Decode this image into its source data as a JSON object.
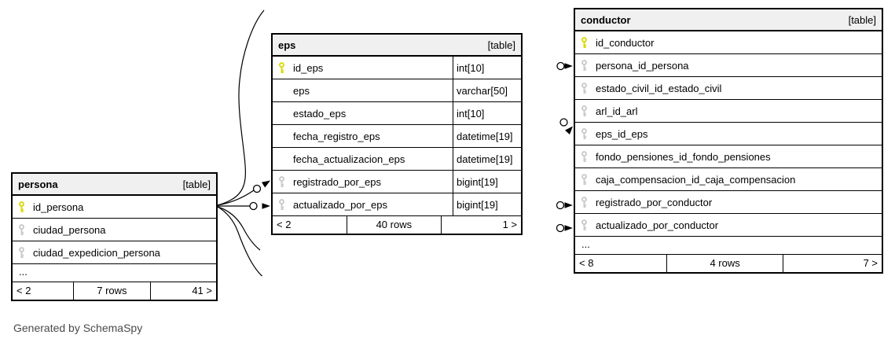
{
  "page": {
    "footer_note": "Generated by SchemaSpy"
  },
  "colors": {
    "table_header_bg": "#f0f0f0",
    "primary_key": "#d9d900",
    "foreign_key": "#c9c9c9",
    "line": "#000000",
    "note_text": "#4a4a4a"
  },
  "tables": [
    {
      "id": "persona",
      "name": "persona",
      "type_label": "[table]",
      "show_types": false,
      "columns": [
        {
          "name": "id_persona",
          "key": "primary"
        },
        {
          "name": "ciudad_persona",
          "key": "foreign"
        },
        {
          "name": "ciudad_expedicion_persona",
          "key": "foreign"
        }
      ],
      "ellipsis": "...",
      "footer": {
        "left": "< 2",
        "center": "7 rows",
        "right": "41 >"
      }
    },
    {
      "id": "eps",
      "name": "eps",
      "type_label": "[table]",
      "show_types": true,
      "columns": [
        {
          "name": "id_eps",
          "key": "primary",
          "type": "int[10]"
        },
        {
          "name": "eps",
          "key": null,
          "type": "varchar[50]"
        },
        {
          "name": "estado_eps",
          "key": null,
          "type": "int[10]"
        },
        {
          "name": "fecha_registro_eps",
          "key": null,
          "type": "datetime[19]"
        },
        {
          "name": "fecha_actualizacion_eps",
          "key": null,
          "type": "datetime[19]"
        },
        {
          "name": "registrado_por_eps",
          "key": "foreign",
          "type": "bigint[19]"
        },
        {
          "name": "actualizado_por_eps",
          "key": "foreign",
          "type": "bigint[19]"
        }
      ],
      "ellipsis": null,
      "footer": {
        "left": "< 2",
        "center": "40 rows",
        "right": "1 >"
      }
    },
    {
      "id": "conductor",
      "name": "conductor",
      "type_label": "[table]",
      "show_types": false,
      "columns": [
        {
          "name": "id_conductor",
          "key": "primary"
        },
        {
          "name": "persona_id_persona",
          "key": "foreign"
        },
        {
          "name": "estado_civil_id_estado_civil",
          "key": "foreign"
        },
        {
          "name": "arl_id_arl",
          "key": "foreign"
        },
        {
          "name": "eps_id_eps",
          "key": "foreign"
        },
        {
          "name": "fondo_pensiones_id_fondo_pensiones",
          "key": "foreign"
        },
        {
          "name": "caja_compensacion_id_caja_compensacion",
          "key": "foreign"
        },
        {
          "name": "registrado_por_conductor",
          "key": "foreign"
        },
        {
          "name": "actualizado_por_conductor",
          "key": "foreign"
        }
      ],
      "ellipsis": "...",
      "footer": {
        "left": "< 8",
        "center": "4 rows",
        "right": "7 >"
      }
    }
  ],
  "connectors": {
    "style": "open-circle with solid arrowhead, black spline edges",
    "endpoints": [
      {
        "table": "persona",
        "column": "id_persona",
        "role": "fan-out source"
      },
      {
        "table": "eps",
        "column": "registrado_por_eps"
      },
      {
        "table": "eps",
        "column": "actualizado_por_eps"
      },
      {
        "table": "conductor",
        "column": "persona_id_persona"
      },
      {
        "table": "conductor",
        "column": "eps_id_eps"
      },
      {
        "table": "conductor",
        "column": "registrado_por_conductor"
      },
      {
        "table": "conductor",
        "column": "actualizado_por_conductor"
      }
    ]
  }
}
